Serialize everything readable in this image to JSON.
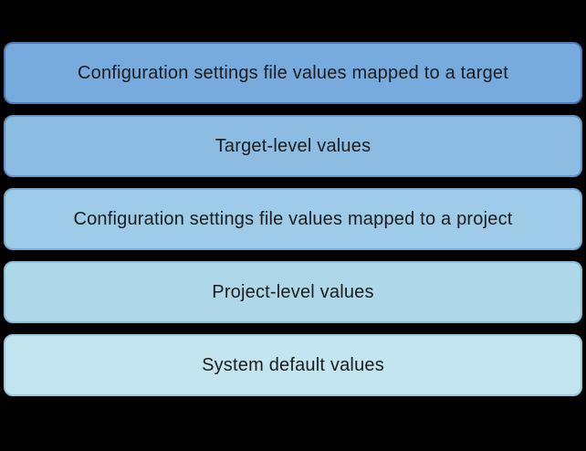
{
  "diagram": {
    "background": "#000000",
    "text_color": "#1c1c1c",
    "bars": [
      {
        "label": "Configuration settings file values mapped to a target",
        "fill": "#77aadd",
        "border": "#4a7cba"
      },
      {
        "label": "Target-level values",
        "fill": "#8cbce2",
        "border": "#6395c6"
      },
      {
        "label": "Configuration settings file values mapped to a project",
        "fill": "#9ecbe7",
        "border": "#78aad2"
      },
      {
        "label": "Project-level values",
        "fill": "#aed8ea",
        "border": "#8bbcd8"
      },
      {
        "label": "System default values",
        "fill": "#c3e5f0",
        "border": "#9cc8dc"
      }
    ]
  }
}
